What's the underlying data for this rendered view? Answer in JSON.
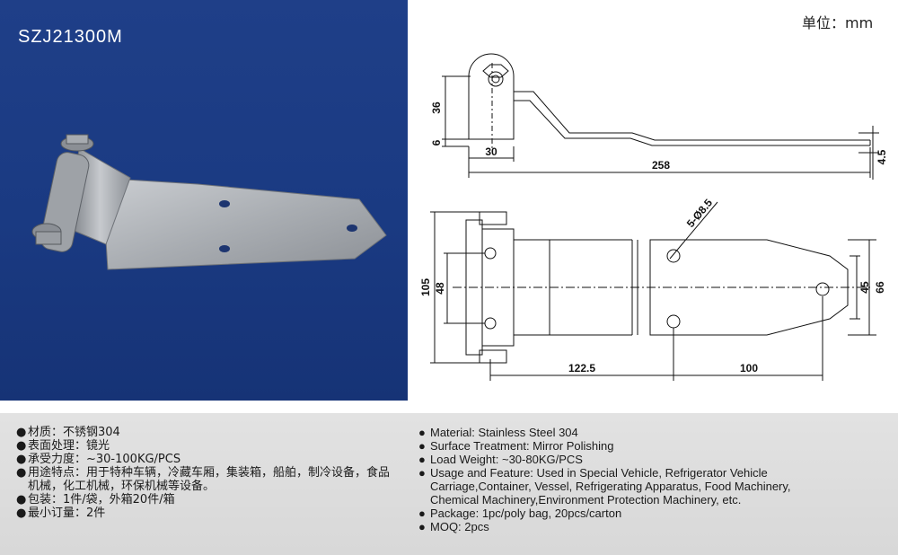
{
  "product": {
    "model": "SZJ21300M"
  },
  "unit_label": "单位：mm",
  "dimensions": {
    "side_view": {
      "height": "36",
      "base_offset": "6",
      "eye_width": "30",
      "total_length": "258",
      "plate_thickness": "4.5"
    },
    "top_view": {
      "hole_spec": "5-Ø8.5",
      "total_width": "105",
      "hole_pitch": "48",
      "tail_width": "66",
      "tail_hole_pitch": "45",
      "to_hole": "122.5",
      "hole_spacing": "100"
    }
  },
  "specs_cn": [
    "材质：不锈钢304",
    "表面处理：镜光",
    "承受力度：~30-100KG/PCS",
    "用途特点：用于特种车辆，冷藏车厢，集装箱，船舶，制冷设备，食品机械，化工机械，环保机械等设备。",
    "包装：1件/袋，外箱20件/箱",
    "最小订量：2件"
  ],
  "specs_en": [
    "Material: Stainless Steel 304",
    "Surface Treatment: Mirror Polishing",
    "Load Weight: ~30-80KG/PCS",
    "Usage and Feature: Used in Special Vehicle, Refrigerator Vehicle Carriage,Container, Vessel, Refrigerating Apparatus, Food Machinery, Chemical Machinery,Environment Protection Machinery, etc.",
    "Package: 1pc/poly bag, 20pcs/carton",
    "MOQ: 2pcs"
  ],
  "bullet": "●"
}
